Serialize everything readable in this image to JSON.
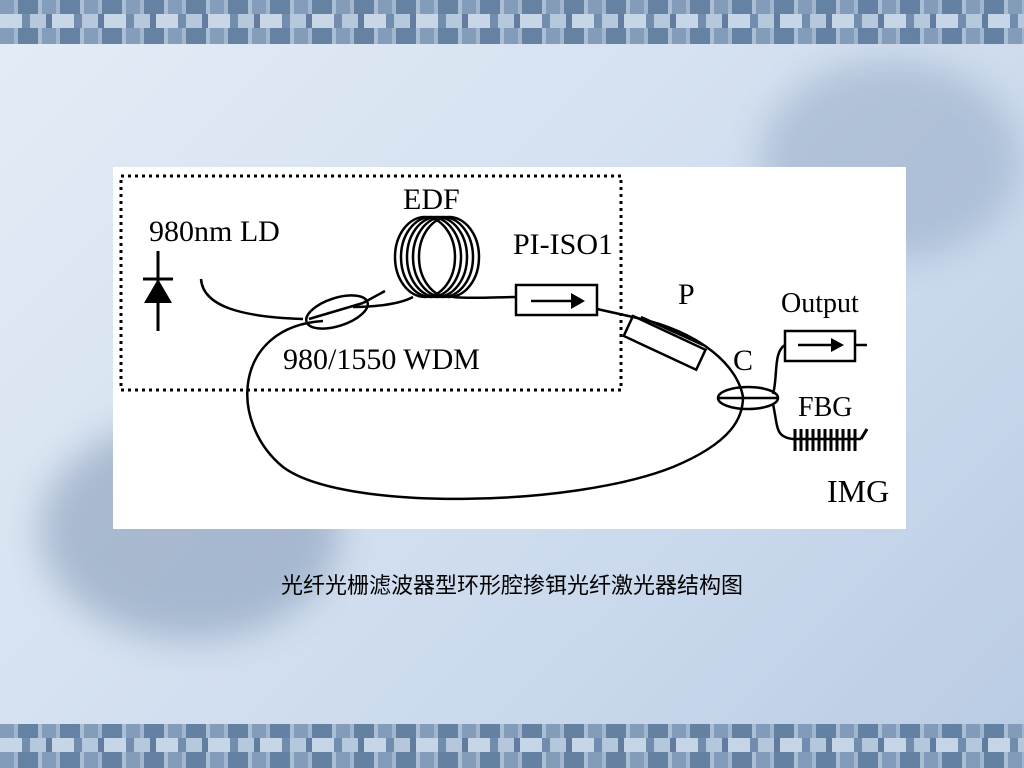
{
  "diagram": {
    "labels": {
      "pump": "980nm LD",
      "edf": "EDF",
      "isolator": "PI-ISO1",
      "wdm": "980/1550 WDM",
      "polarizer": "P",
      "coupler": "C",
      "output": "Output",
      "fbg": "FBG",
      "img": "IMG"
    }
  },
  "caption": "光纤光栅滤波器型环形腔掺铒光纤激光器结构图"
}
